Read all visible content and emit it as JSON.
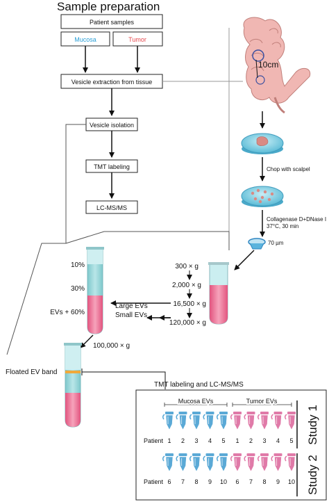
{
  "title": "Sample preparation",
  "flowchart": {
    "patient_samples": "Patient samples",
    "mucosa": "Mucosa",
    "tumor": "Tumor",
    "vesicle_extraction": "Vesicle extraction from tissue",
    "vesicle_isolation": "Vesicle isolation",
    "tmt_labeling": "TMT labeling",
    "lcms": "LC-MS/MS"
  },
  "tissue": {
    "length_label": "10cm",
    "chop_label": "Chop with scalpel",
    "collagenase_line1": "Collagenase D+DNase I",
    "collagenase_line2": "37°C, 30 min",
    "filter_label": "70 µm"
  },
  "centrifugation": {
    "steps": [
      "300 × g",
      "2,000 × g",
      "16,500 × g",
      "120,000 × g"
    ],
    "large_evs": "Large EVs",
    "small_evs": "Small EVs",
    "gradient_10": "10%",
    "gradient_30": "30%",
    "gradient_60": "EVs + 60%",
    "final_spin": "100,000 × g",
    "floated_band": "Floated EV band"
  },
  "panel": {
    "title": "TMT labeling and LC-MS/MS",
    "mucosa_evs": "Mucosa EVs",
    "tumor_evs": "Tumor EVs",
    "patient_label": "Patient",
    "study1": "Study 1",
    "study2": "Study 2",
    "study1_mucosa": [
      "1",
      "2",
      "3",
      "4",
      "5"
    ],
    "study1_tumor": [
      "1",
      "2",
      "3",
      "4",
      "5"
    ],
    "study2_mucosa": [
      "6",
      "7",
      "8",
      "9",
      "10"
    ],
    "study2_tumor": [
      "6",
      "7",
      "8",
      "9",
      "10"
    ]
  },
  "colors": {
    "mucosa_label": "#2a9fd6",
    "tumor_label": "#e5484d",
    "tube_blue": "#5aa9d6",
    "tube_pink": "#e07aa8",
    "gradient_top": "#a8dde0",
    "gradient_pink": "#ef6f95",
    "band": "#f0a93b"
  }
}
